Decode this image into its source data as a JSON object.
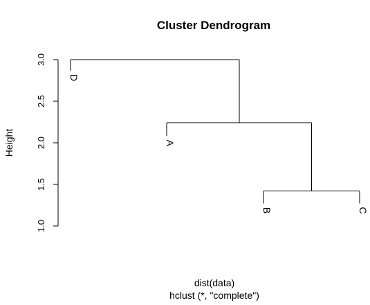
{
  "chart_data": {
    "type": "dendrogram",
    "title": "Cluster Dendrogram",
    "xlabel": "dist(data)",
    "sub": "hclust (*, \"complete\")",
    "ylabel": "Height",
    "ylim": [
      1.0,
      3.0
    ],
    "yticks": [
      1.0,
      1.5,
      2.0,
      2.5,
      3.0
    ],
    "ytick_labels": [
      "1.0",
      "1.5",
      "2.0",
      "2.5",
      "3.0"
    ],
    "leaves": [
      {
        "label": "D",
        "height": 3.0
      },
      {
        "label": "A",
        "height": 2.24
      },
      {
        "label": "B",
        "height": 1.42
      },
      {
        "label": "C",
        "height": 1.42
      }
    ],
    "merges": [
      {
        "left": "B",
        "right": "C",
        "height": 1.42
      },
      {
        "left": "A",
        "right": "B+C",
        "height": 2.24
      },
      {
        "left": "D",
        "right": "A+B+C",
        "height": 3.0
      }
    ]
  }
}
